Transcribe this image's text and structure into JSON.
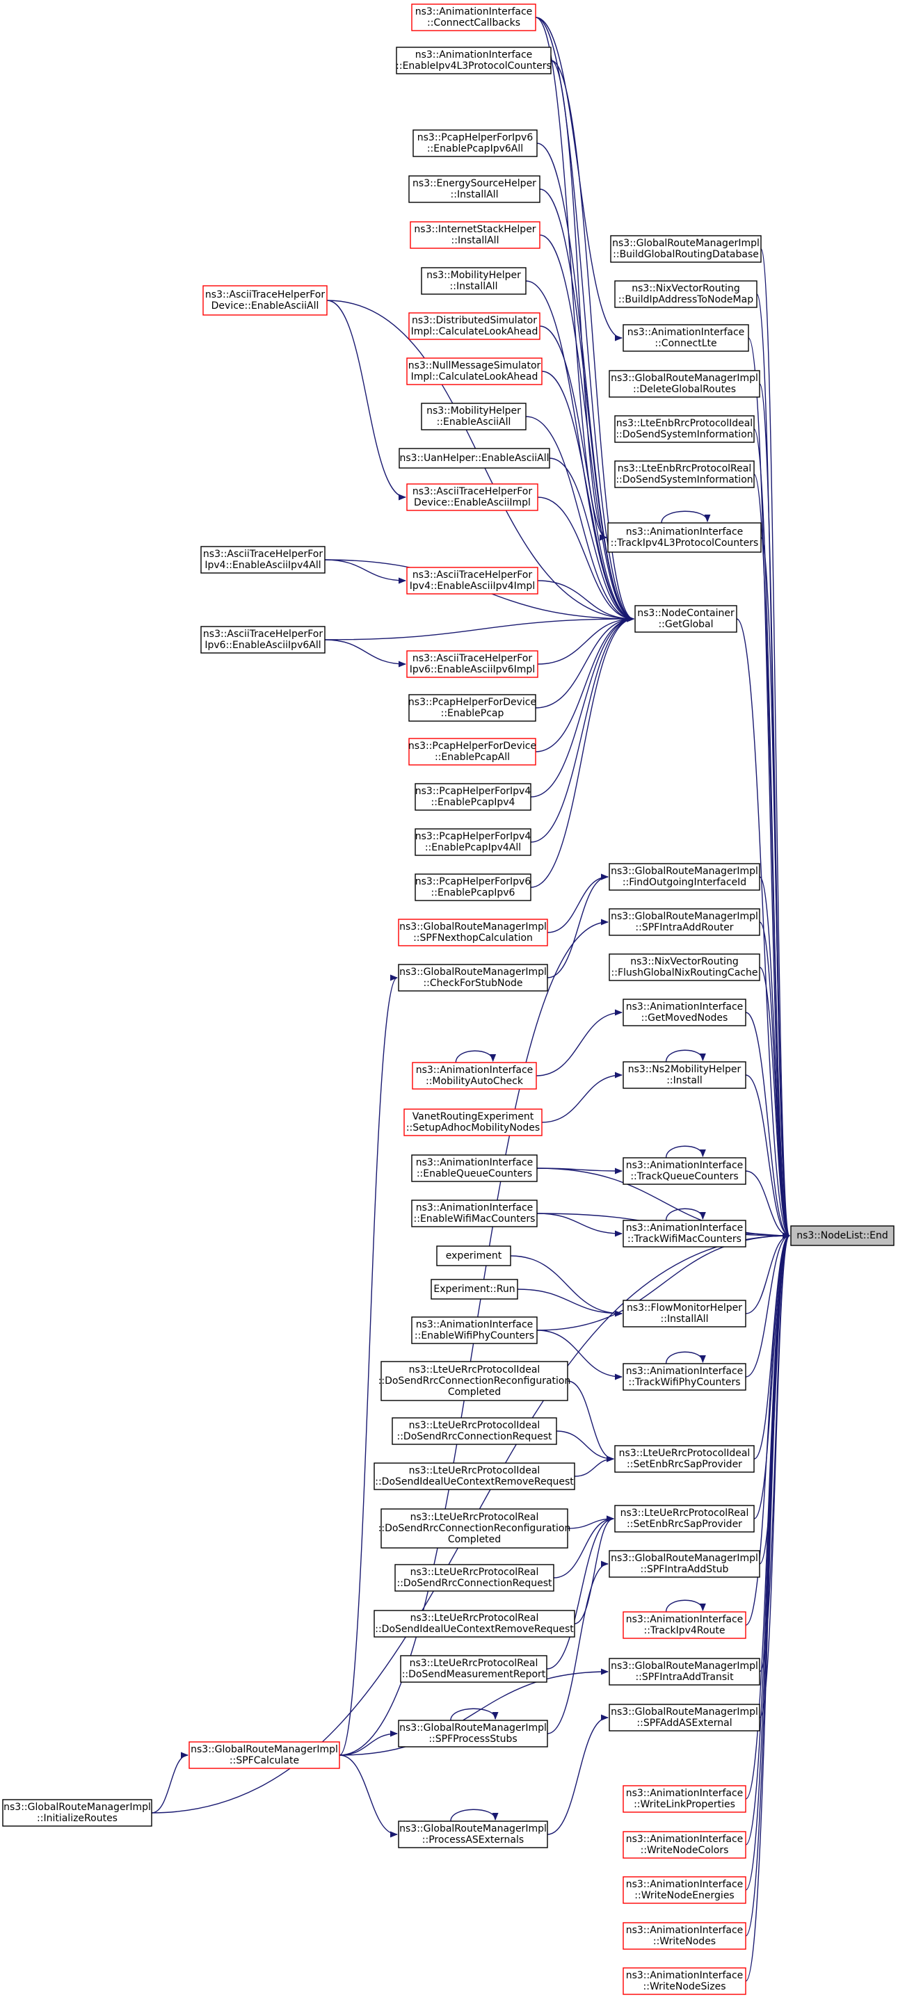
{
  "colors": {
    "edge": "#191970",
    "node_border": "#000000",
    "node_border_truncated": "#ff0000",
    "node_fill": "#ffffff",
    "focus_fill": "#bfbfbf"
  },
  "graph": {
    "focus": "end",
    "nodes": {
      "connectCallbacks": {
        "lines": [
          "ns3::AnimationInterface",
          "::ConnectCallbacks"
        ],
        "truncated": true
      },
      "enableIpv4L3": {
        "lines": [
          "ns3::AnimationInterface",
          "::EnableIpv4L3ProtocolCounters"
        ],
        "truncated": false
      },
      "pcapIpv6All": {
        "lines": [
          "ns3::PcapHelperForIpv6",
          "::EnablePcapIpv6All"
        ],
        "truncated": false
      },
      "energyInstallAll": {
        "lines": [
          "ns3::EnergySourceHelper",
          "::InstallAll"
        ],
        "truncated": false
      },
      "internetInstallAll": {
        "lines": [
          "ns3::InternetStackHelper",
          "::InstallAll"
        ],
        "truncated": true
      },
      "mobilityInstallAll": {
        "lines": [
          "ns3::MobilityHelper",
          "::InstallAll"
        ],
        "truncated": false
      },
      "asciiDeviceAll": {
        "lines": [
          "ns3::AsciiTraceHelperFor",
          "Device::EnableAsciiAll"
        ],
        "truncated": true
      },
      "distSimLook": {
        "lines": [
          "ns3::DistributedSimulator",
          "Impl::CalculateLookAhead"
        ],
        "truncated": true
      },
      "nullMsgLook": {
        "lines": [
          "ns3::NullMessageSimulator",
          "Impl::CalculateLookAhead"
        ],
        "truncated": true
      },
      "mobilityEnableAscii": {
        "lines": [
          "ns3::MobilityHelper",
          "::EnableAsciiAll"
        ],
        "truncated": false
      },
      "uanEnableAscii": {
        "lines": [
          "ns3::UanHelper::EnableAsciiAll"
        ],
        "truncated": false
      },
      "asciiDeviceImpl": {
        "lines": [
          "ns3::AsciiTraceHelperFor",
          "Device::EnableAsciiImpl"
        ],
        "truncated": true
      },
      "asciiIpv4All": {
        "lines": [
          "ns3::AsciiTraceHelperFor",
          "Ipv4::EnableAsciiIpv4All"
        ],
        "truncated": false
      },
      "asciiIpv4Impl": {
        "lines": [
          "ns3::AsciiTraceHelperFor",
          "Ipv4::EnableAsciiIpv4Impl"
        ],
        "truncated": true
      },
      "asciiIpv6All": {
        "lines": [
          "ns3::AsciiTraceHelperFor",
          "Ipv6::EnableAsciiIpv6All"
        ],
        "truncated": false
      },
      "asciiIpv6Impl": {
        "lines": [
          "ns3::AsciiTraceHelperFor",
          "Ipv6::EnableAsciiIpv6Impl"
        ],
        "truncated": true
      },
      "pcapDevice": {
        "lines": [
          "ns3::PcapHelperForDevice",
          "::EnablePcap"
        ],
        "truncated": false
      },
      "pcapDeviceAll": {
        "lines": [
          "ns3::PcapHelperForDevice",
          "::EnablePcapAll"
        ],
        "truncated": true
      },
      "pcapIpv4": {
        "lines": [
          "ns3::PcapHelperForIpv4",
          "::EnablePcapIpv4"
        ],
        "truncated": false
      },
      "pcapIpv4All": {
        "lines": [
          "ns3::PcapHelperForIpv4",
          "::EnablePcapIpv4All"
        ],
        "truncated": false
      },
      "pcapIpv6": {
        "lines": [
          "ns3::PcapHelperForIpv6",
          "::EnablePcapIpv6"
        ],
        "truncated": false
      },
      "spfNexthop": {
        "lines": [
          "ns3::GlobalRouteManagerImpl",
          "::SPFNexthopCalculation"
        ],
        "truncated": true
      },
      "checkStub": {
        "lines": [
          "ns3::GlobalRouteManagerImpl",
          "::CheckForStubNode"
        ],
        "truncated": false
      },
      "mobilityAutoCheck": {
        "lines": [
          "ns3::AnimationInterface",
          "::MobilityAutoCheck"
        ],
        "truncated": true
      },
      "vanetSetup": {
        "lines": [
          "VanetRoutingExperiment",
          "::SetupAdhocMobilityNodes"
        ],
        "truncated": true
      },
      "enableQueue": {
        "lines": [
          "ns3::AnimationInterface",
          "::EnableQueueCounters"
        ],
        "truncated": false
      },
      "enableWifiMac": {
        "lines": [
          "ns3::AnimationInterface",
          "::EnableWifiMacCounters"
        ],
        "truncated": false
      },
      "experiment": {
        "lines": [
          "experiment"
        ],
        "truncated": false
      },
      "experimentRun": {
        "lines": [
          "Experiment::Run"
        ],
        "truncated": false
      },
      "enableWifiPhy": {
        "lines": [
          "ns3::AnimationInterface",
          "::EnableWifiPhyCounters"
        ],
        "truncated": false
      },
      "idealReconfig": {
        "lines": [
          "ns3::LteUeRrcProtocolIdeal",
          "::DoSendRrcConnectionReconfiguration",
          "Completed"
        ],
        "truncated": false
      },
      "idealConnReq": {
        "lines": [
          "ns3::LteUeRrcProtocolIdeal",
          "::DoSendRrcConnectionRequest"
        ],
        "truncated": false
      },
      "idealCtxRemove": {
        "lines": [
          "ns3::LteUeRrcProtocolIdeal",
          "::DoSendIdealUeContextRemoveRequest"
        ],
        "truncated": false
      },
      "realReconfig": {
        "lines": [
          "ns3::LteUeRrcProtocolReal",
          "::DoSendRrcConnectionReconfiguration",
          "Completed"
        ],
        "truncated": false
      },
      "realConnReq": {
        "lines": [
          "ns3::LteUeRrcProtocolReal",
          "::DoSendRrcConnectionRequest"
        ],
        "truncated": false
      },
      "realCtxRemove": {
        "lines": [
          "ns3::LteUeRrcProtocolReal",
          "::DoSendIdealUeContextRemoveRequest"
        ],
        "truncated": false
      },
      "realMeasReport": {
        "lines": [
          "ns3::LteUeRrcProtocolReal",
          "::DoSendMeasurementReport"
        ],
        "truncated": false
      },
      "spfProcessStubs": {
        "lines": [
          "ns3::GlobalRouteManagerImpl",
          "::SPFProcessStubs"
        ],
        "truncated": false
      },
      "spfCalculate": {
        "lines": [
          "ns3::GlobalRouteManagerImpl",
          "::SPFCalculate"
        ],
        "truncated": true
      },
      "initRoutes": {
        "lines": [
          "ns3::GlobalRouteManagerImpl",
          "::InitializeRoutes"
        ],
        "truncated": false
      },
      "processAsExt": {
        "lines": [
          "ns3::GlobalRouteManagerImpl",
          "::ProcessASExternals"
        ],
        "truncated": false
      },
      "getGlobal": {
        "lines": [
          "ns3::NodeContainer",
          "::GetGlobal"
        ],
        "truncated": false
      },
      "buildGlobalDb": {
        "lines": [
          "ns3::GlobalRouteManagerImpl",
          "::BuildGlobalRoutingDatabase"
        ],
        "truncated": false
      },
      "nixBuildIp": {
        "lines": [
          "ns3::NixVectorRouting",
          "::BuildIpAddressToNodeMap"
        ],
        "truncated": false
      },
      "connectLte": {
        "lines": [
          "ns3::AnimationInterface",
          "::ConnectLte"
        ],
        "truncated": false
      },
      "deleteGlobal": {
        "lines": [
          "ns3::GlobalRouteManagerImpl",
          "::DeleteGlobalRoutes"
        ],
        "truncated": false
      },
      "enbIdealSysInfo": {
        "lines": [
          "ns3::LteEnbRrcProtocolIdeal",
          "::DoSendSystemInformation"
        ],
        "truncated": false
      },
      "enbRealSysInfo": {
        "lines": [
          "ns3::LteEnbRrcProtocolReal",
          "::DoSendSystemInformation"
        ],
        "truncated": false
      },
      "trackIpv4L3": {
        "lines": [
          "ns3::AnimationInterface",
          "::TrackIpv4L3ProtocolCounters"
        ],
        "truncated": false
      },
      "findOutgoing": {
        "lines": [
          "ns3::GlobalRouteManagerImpl",
          "::FindOutgoingInterfaceId"
        ],
        "truncated": false
      },
      "spfIntraRouter": {
        "lines": [
          "ns3::GlobalRouteManagerImpl",
          "::SPFIntraAddRouter"
        ],
        "truncated": false
      },
      "nixFlush": {
        "lines": [
          "ns3::NixVectorRouting",
          "::FlushGlobalNixRoutingCache"
        ],
        "truncated": false
      },
      "getMoved": {
        "lines": [
          "ns3::AnimationInterface",
          "::GetMovedNodes"
        ],
        "truncated": false
      },
      "ns2Install": {
        "lines": [
          "ns3::Ns2MobilityHelper",
          "::Install"
        ],
        "truncated": false
      },
      "trackQueue": {
        "lines": [
          "ns3::AnimationInterface",
          "::TrackQueueCounters"
        ],
        "truncated": false
      },
      "trackWifiMac": {
        "lines": [
          "ns3::AnimationInterface",
          "::TrackWifiMacCounters"
        ],
        "truncated": false
      },
      "flowInstallAll": {
        "lines": [
          "ns3::FlowMonitorHelper",
          "::InstallAll"
        ],
        "truncated": false
      },
      "trackWifiPhy": {
        "lines": [
          "ns3::AnimationInterface",
          "::TrackWifiPhyCounters"
        ],
        "truncated": false
      },
      "ueIdealSetEnb": {
        "lines": [
          "ns3::LteUeRrcProtocolIdeal",
          "::SetEnbRrcSapProvider"
        ],
        "truncated": false
      },
      "ueRealSetEnb": {
        "lines": [
          "ns3::LteUeRrcProtocolReal",
          "::SetEnbRrcSapProvider"
        ],
        "truncated": false
      },
      "spfIntraStub": {
        "lines": [
          "ns3::GlobalRouteManagerImpl",
          "::SPFIntraAddStub"
        ],
        "truncated": false
      },
      "trackIpv4Route": {
        "lines": [
          "ns3::AnimationInterface",
          "::TrackIpv4Route"
        ],
        "truncated": true
      },
      "spfIntraTransit": {
        "lines": [
          "ns3::GlobalRouteManagerImpl",
          "::SPFIntraAddTransit"
        ],
        "truncated": false
      },
      "spfAsExt": {
        "lines": [
          "ns3::GlobalRouteManagerImpl",
          "::SPFAddASExternal"
        ],
        "truncated": false
      },
      "writeLinkProps": {
        "lines": [
          "ns3::AnimationInterface",
          "::WriteLinkProperties"
        ],
        "truncated": true
      },
      "writeNodeColors": {
        "lines": [
          "ns3::AnimationInterface",
          "::WriteNodeColors"
        ],
        "truncated": true
      },
      "writeNodeEnergies": {
        "lines": [
          "ns3::AnimationInterface",
          "::WriteNodeEnergies"
        ],
        "truncated": true
      },
      "writeNodes": {
        "lines": [
          "ns3::AnimationInterface",
          "::WriteNodes"
        ],
        "truncated": true
      },
      "writeNodeSizes": {
        "lines": [
          "ns3::AnimationInterface",
          "::WriteNodeSizes"
        ],
        "truncated": true
      },
      "end": {
        "lines": [
          "ns3::NodeList::End"
        ],
        "truncated": false
      }
    },
    "edges": [
      [
        "connectCallbacks",
        "getGlobal"
      ],
      [
        "enableIpv4L3",
        "getGlobal"
      ],
      [
        "pcapIpv6All",
        "getGlobal"
      ],
      [
        "energyInstallAll",
        "getGlobal"
      ],
      [
        "internetInstallAll",
        "getGlobal"
      ],
      [
        "mobilityInstallAll",
        "getGlobal"
      ],
      [
        "asciiDeviceAll",
        "getGlobal"
      ],
      [
        "asciiDeviceAll",
        "asciiDeviceImpl"
      ],
      [
        "distSimLook",
        "getGlobal"
      ],
      [
        "nullMsgLook",
        "getGlobal"
      ],
      [
        "mobilityEnableAscii",
        "getGlobal"
      ],
      [
        "uanEnableAscii",
        "getGlobal"
      ],
      [
        "asciiDeviceImpl",
        "getGlobal"
      ],
      [
        "asciiIpv4All",
        "getGlobal"
      ],
      [
        "asciiIpv4All",
        "asciiIpv4Impl"
      ],
      [
        "asciiIpv4Impl",
        "getGlobal"
      ],
      [
        "asciiIpv6All",
        "getGlobal"
      ],
      [
        "asciiIpv6All",
        "asciiIpv6Impl"
      ],
      [
        "asciiIpv6Impl",
        "getGlobal"
      ],
      [
        "pcapDevice",
        "getGlobal"
      ],
      [
        "pcapDeviceAll",
        "getGlobal"
      ],
      [
        "pcapIpv4",
        "getGlobal"
      ],
      [
        "pcapIpv4All",
        "getGlobal"
      ],
      [
        "pcapIpv6",
        "getGlobal"
      ],
      [
        "getGlobal",
        "end"
      ],
      [
        "connectCallbacks",
        "connectLte"
      ],
      [
        "connectCallbacks",
        "trackIpv4L3"
      ],
      [
        "enableIpv4L3",
        "trackIpv4L3"
      ],
      [
        "buildGlobalDb",
        "end"
      ],
      [
        "nixBuildIp",
        "end"
      ],
      [
        "connectLte",
        "end"
      ],
      [
        "deleteGlobal",
        "end"
      ],
      [
        "enbIdealSysInfo",
        "end"
      ],
      [
        "enbRealSysInfo",
        "end"
      ],
      [
        "trackIpv4L3",
        "end"
      ],
      [
        "trackIpv4L3",
        "trackIpv4L3"
      ],
      [
        "spfNexthop",
        "findOutgoing"
      ],
      [
        "checkStub",
        "findOutgoing"
      ],
      [
        "findOutgoing",
        "end"
      ],
      [
        "spfCalculate",
        "checkStub"
      ],
      [
        "spfIntraRouter",
        "end"
      ],
      [
        "spfCalculate",
        "spfIntraRouter"
      ],
      [
        "nixFlush",
        "end"
      ],
      [
        "mobilityAutoCheck",
        "getMoved"
      ],
      [
        "mobilityAutoCheck",
        "mobilityAutoCheck"
      ],
      [
        "getMoved",
        "end"
      ],
      [
        "vanetSetup",
        "ns2Install"
      ],
      [
        "ns2Install",
        "ns2Install"
      ],
      [
        "ns2Install",
        "end"
      ],
      [
        "enableQueue",
        "end"
      ],
      [
        "enableQueue",
        "trackQueue"
      ],
      [
        "trackQueue",
        "trackQueue"
      ],
      [
        "trackQueue",
        "end"
      ],
      [
        "enableWifiMac",
        "trackWifiMac"
      ],
      [
        "trackWifiMac",
        "trackWifiMac"
      ],
      [
        "trackWifiMac",
        "end"
      ],
      [
        "enableWifiMac",
        "end"
      ],
      [
        "experiment",
        "flowInstallAll"
      ],
      [
        "experimentRun",
        "flowInstallAll"
      ],
      [
        "flowInstallAll",
        "end"
      ],
      [
        "enableWifiPhy",
        "trackWifiPhy"
      ],
      [
        "enableWifiPhy",
        "end"
      ],
      [
        "trackWifiPhy",
        "trackWifiPhy"
      ],
      [
        "trackWifiPhy",
        "end"
      ],
      [
        "idealReconfig",
        "ueIdealSetEnb"
      ],
      [
        "idealConnReq",
        "ueIdealSetEnb"
      ],
      [
        "idealCtxRemove",
        "ueIdealSetEnb"
      ],
      [
        "ueIdealSetEnb",
        "end"
      ],
      [
        "realReconfig",
        "ueRealSetEnb"
      ],
      [
        "realConnReq",
        "ueRealSetEnb"
      ],
      [
        "realCtxRemove",
        "ueRealSetEnb"
      ],
      [
        "realMeasReport",
        "ueRealSetEnb"
      ],
      [
        "ueRealSetEnb",
        "end"
      ],
      [
        "spfProcessStubs",
        "spfIntraStub"
      ],
      [
        "spfProcessStubs",
        "spfProcessStubs"
      ],
      [
        "spfIntraStub",
        "end"
      ],
      [
        "trackIpv4Route",
        "trackIpv4Route"
      ],
      [
        "trackIpv4Route",
        "end"
      ],
      [
        "spfCalculate",
        "spfProcessStubs"
      ],
      [
        "spfCalculate",
        "spfIntraTransit"
      ],
      [
        "spfIntraTransit",
        "end"
      ],
      [
        "processAsExt",
        "spfAsExt"
      ],
      [
        "processAsExt",
        "processAsExt"
      ],
      [
        "spfAsExt",
        "end"
      ],
      [
        "spfCalculate",
        "processAsExt"
      ],
      [
        "initRoutes",
        "spfCalculate"
      ],
      [
        "initRoutes",
        "end"
      ],
      [
        "writeLinkProps",
        "end"
      ],
      [
        "writeNodeColors",
        "end"
      ],
      [
        "writeNodeEnergies",
        "end"
      ],
      [
        "writeNodes",
        "end"
      ],
      [
        "writeNodeSizes",
        "end"
      ]
    ]
  }
}
